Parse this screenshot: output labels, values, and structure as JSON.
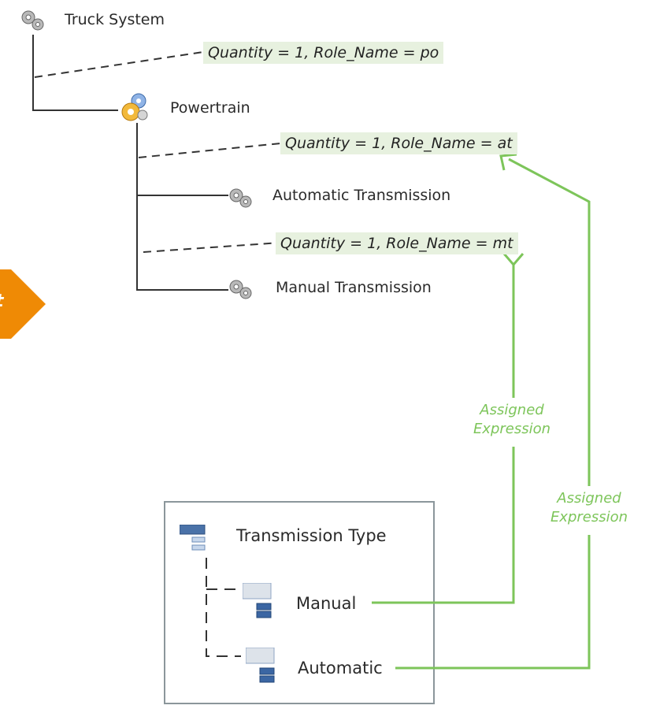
{
  "nodes": {
    "truck_system": "Truck System",
    "powertrain": "Powertrain",
    "automatic_transmission": "Automatic Transmission",
    "manual_transmission": "Manual Transmission"
  },
  "expressions": {
    "po": "Quantity = 1, Role_Name = po",
    "at": "Quantity = 1, Role_Name = at",
    "mt": "Quantity = 1, Role_Name = mt"
  },
  "assigned_label_1": [
    "Assigned",
    "Expression"
  ],
  "assigned_label_2": [
    "Assigned",
    "Expression"
  ],
  "option_box": {
    "title": "Transmission Type",
    "options": [
      "Manual",
      "Automatic"
    ]
  },
  "side_tab_text": "t",
  "colors": {
    "expression_bg": "#e7f1df",
    "assignment_line": "#7dc55a",
    "arrow_tab": "#ef8a05",
    "tree_line": "#333333",
    "box_border": "#8b969b"
  },
  "icons": {
    "truck_system": "gear-icon",
    "powertrain": "colored-gears-icon",
    "automatic_transmission": "gear-icon",
    "manual_transmission": "gear-icon",
    "transmission_type": "option-group-icon",
    "manual": "option-item-icon",
    "automatic": "option-item-icon"
  }
}
